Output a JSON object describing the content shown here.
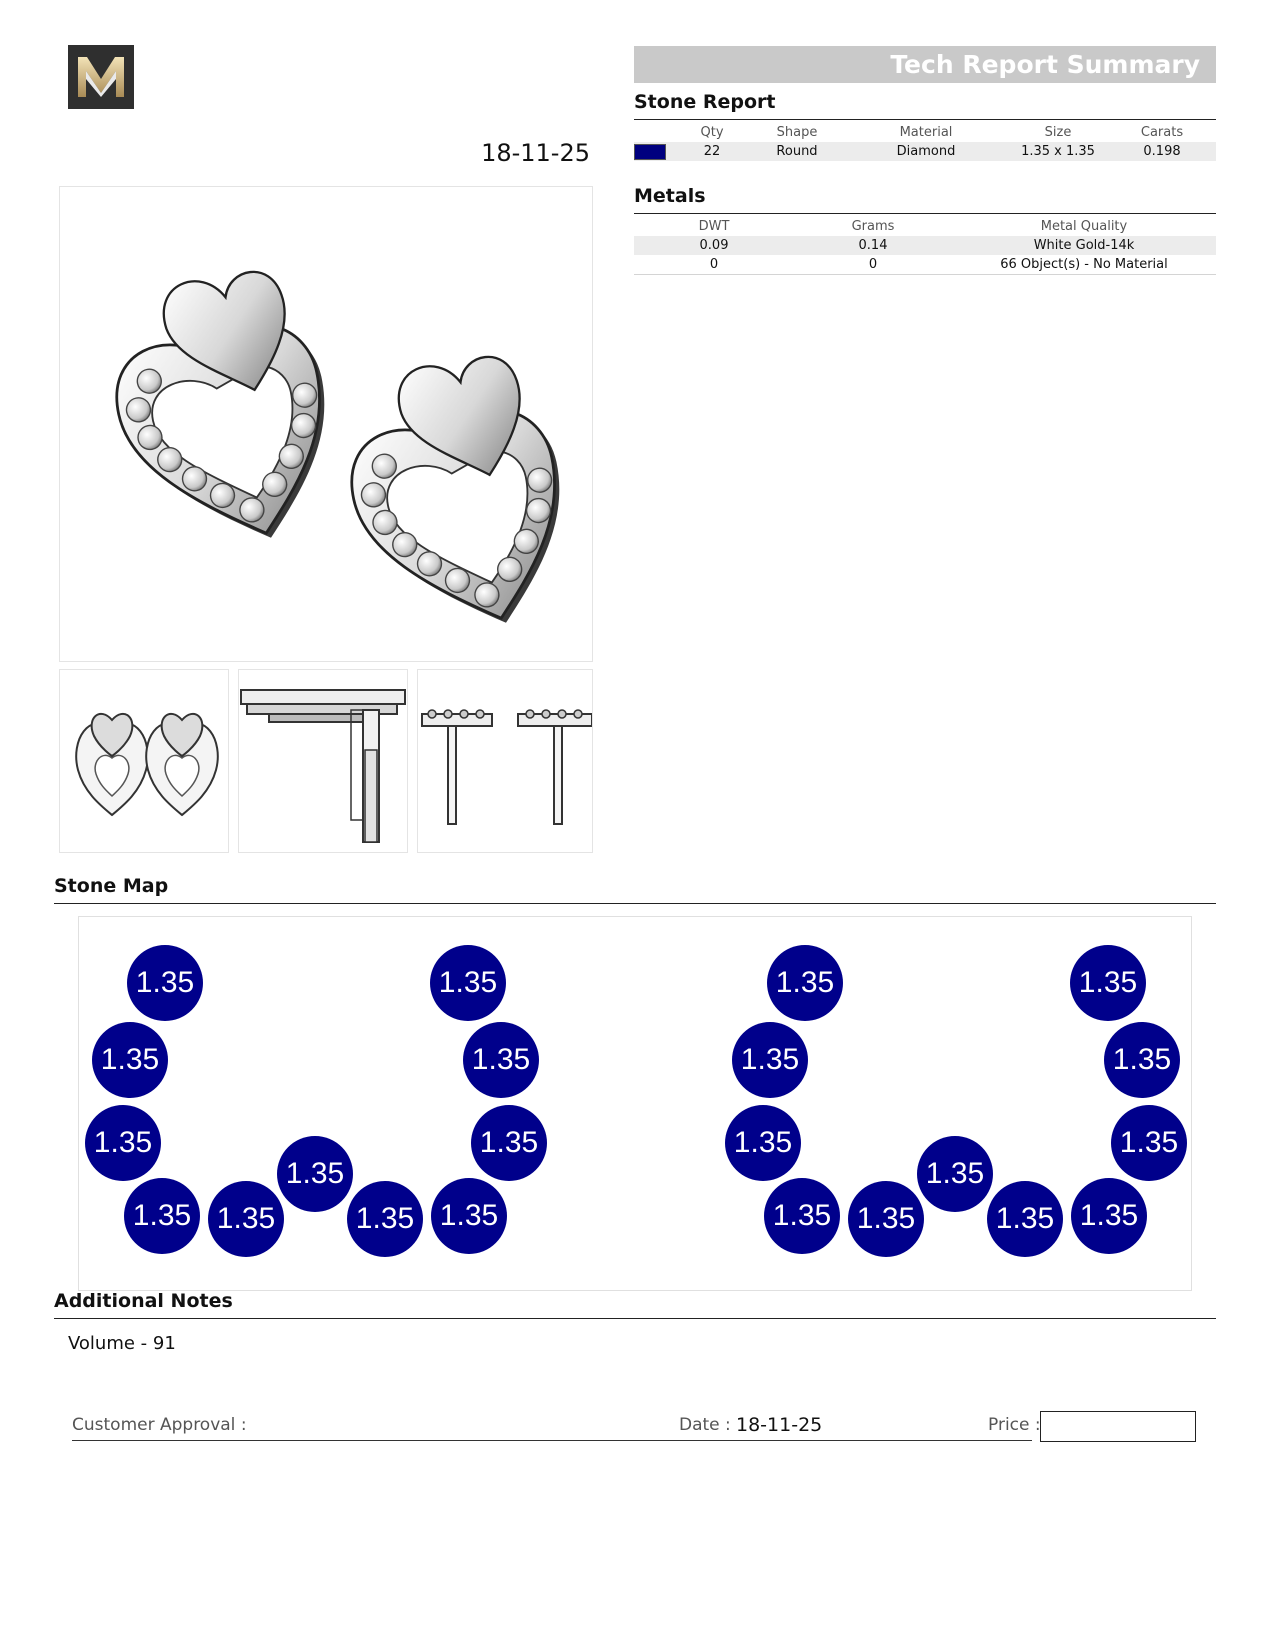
{
  "header": {
    "logo_letter": "M",
    "date": "18-11-25",
    "title": "Tech Report Summary"
  },
  "stone_report": {
    "title": "Stone Report",
    "columns": [
      "Qty",
      "Shape",
      "Material",
      "Size",
      "Carats"
    ],
    "rows": [
      {
        "swatch_color": "#00007f",
        "qty": "22",
        "shape": "Round",
        "material": "Diamond",
        "size": "1.35 x 1.35",
        "carats": "0.198"
      }
    ]
  },
  "metals": {
    "title": "Metals",
    "columns": [
      "DWT",
      "Grams",
      "Metal Quality"
    ],
    "rows": [
      {
        "dwt": "0.09",
        "grams": "0.14",
        "quality": "White Gold-14k"
      },
      {
        "dwt": "0",
        "grams": "0",
        "quality": "66 Object(s) - No Material"
      }
    ]
  },
  "stone_map": {
    "title": "Stone Map",
    "stone_color": "#00008b",
    "stones": [
      "1.35",
      "1.35",
      "1.35",
      "1.35",
      "1.35",
      "1.35",
      "1.35",
      "1.35",
      "1.35",
      "1.35",
      "1.35",
      "1.35",
      "1.35",
      "1.35",
      "1.35",
      "1.35",
      "1.35",
      "1.35",
      "1.35",
      "1.35",
      "1.35",
      "1.35"
    ]
  },
  "additional_notes": {
    "title": "Additional Notes",
    "text": "Volume - 91"
  },
  "approval": {
    "customer_label": "Customer Approval :",
    "date_label": "Date :",
    "date_value": "18-11-25",
    "price_label": "Price :"
  }
}
